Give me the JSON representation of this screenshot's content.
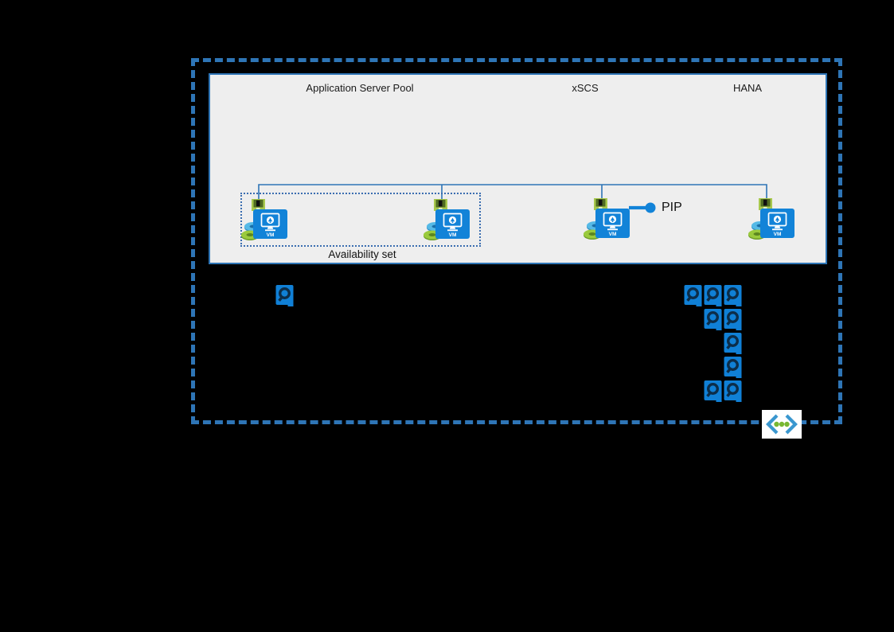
{
  "diagram": {
    "columns": [
      {
        "label": "Application Server Pool"
      },
      {
        "label": "xSCS"
      },
      {
        "label": "HANA"
      }
    ],
    "availability_set_label": "Availability set",
    "pip_label": "PIP",
    "vms": [
      {
        "group": "Application Server Pool",
        "label": "VM",
        "in_availability_set": true,
        "has_pip": false
      },
      {
        "group": "Application Server Pool",
        "label": "VM",
        "in_availability_set": true,
        "has_pip": false
      },
      {
        "group": "xSCS",
        "label": "VM",
        "in_availability_set": false,
        "has_pip": true
      },
      {
        "group": "HANA",
        "label": "VM",
        "in_availability_set": false,
        "has_pip": false
      }
    ],
    "disks": {
      "app_pool_disk_count": 1,
      "hana_disk_rows": [
        3,
        2,
        1,
        1,
        2
      ]
    },
    "icons": {
      "vm": "vm-icon",
      "nic": "nic-icon",
      "disk_stack": "disk-stack-icon",
      "managed_disk": "managed-disk-icon",
      "gateway": "vpn-gateway-icon",
      "pip": "public-ip-connector"
    },
    "colors": {
      "background": "#000000",
      "vnet_border": "#2e75b6",
      "panel_fill": "#eeeeee",
      "panel_border": "#2e75b6",
      "wire_blue": "#2e75b6",
      "azure_blue": "#1283d8",
      "disk_ring_dark": "#0c2d49",
      "nic_green": "#a8c94e",
      "nic_dark_green": "#4f6b22",
      "stack_disk_blue": "#55b9e6",
      "stack_disk_green": "#9aca3c",
      "gateway_chevron": "#3a97cf",
      "gateway_dot_green": "#78b833"
    }
  }
}
